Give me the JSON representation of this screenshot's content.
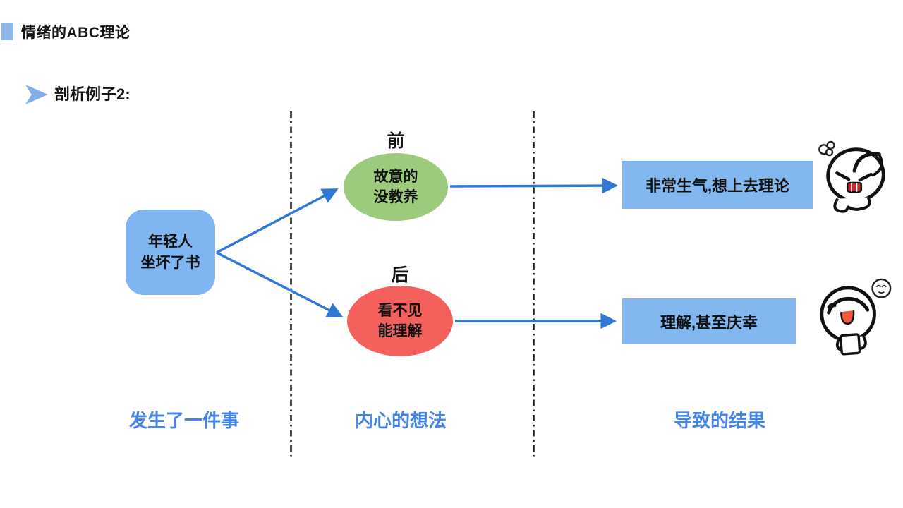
{
  "slide": {
    "title": "情绪的ABC理论",
    "subtitle": "剖析例子2:"
  },
  "diagram": {
    "event": {
      "line1": "年轻人",
      "line2": "坐坏了书"
    },
    "before": {
      "tag": "前",
      "line1": "故意的",
      "line2": "没教养"
    },
    "after": {
      "tag": "后",
      "line1": "看不见",
      "line2": "能理解"
    },
    "result_before": "非常生气,想上去理论",
    "result_after": "理解,甚至庆幸"
  },
  "columns": {
    "event_label": "发生了一件事",
    "thought_label": "内心的想法",
    "result_label": "导致的结果"
  },
  "icons": {
    "angry": "angry-emoticon",
    "happy": "happy-emoticon",
    "title_bullet": "blue-square-bullet",
    "subtitle_bullet": "blue-arrow-bullet"
  },
  "colors": {
    "box_blue": "#7FB5F0",
    "result_box_blue": "#82B7F0",
    "ellipse_green": "#9CCB7E",
    "ellipse_red": "#F4615D",
    "arrow_blue": "#2F78D5",
    "divider_black": "#1F1F1F",
    "column_label_blue": "#4585E8",
    "title_bullet_blue": "#8DB7E9"
  }
}
